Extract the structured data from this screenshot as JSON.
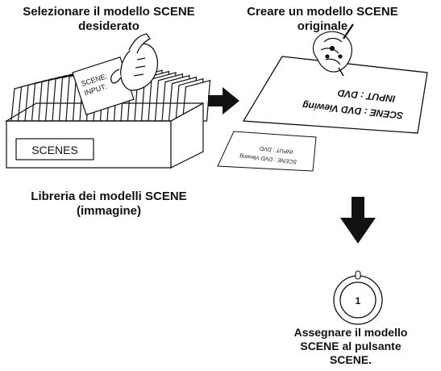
{
  "captions": {
    "select_model": "Selezionare il modello SCENE\ndesiderato",
    "create_model": "Creare un modello SCENE\noriginale",
    "library": "Libreria dei modelli SCENE\n(immagine)",
    "assign": "Assegnare il modello\nSCENE al pulsante\nSCENE."
  },
  "box_label": "SCENES",
  "card_in_hand": {
    "scene": "SCENE:",
    "input": "INPUT:"
  },
  "big_card": {
    "input": "INPUT : DVD",
    "scene": "SCENE : DVD Viewing"
  },
  "small_card": {
    "input": "INPUT : DVD",
    "scene": "SCENE : DVD Viewing"
  },
  "button_number": "1",
  "colors": {
    "ink": "#111111",
    "card": "#ffffff",
    "arrow": "#111111"
  }
}
